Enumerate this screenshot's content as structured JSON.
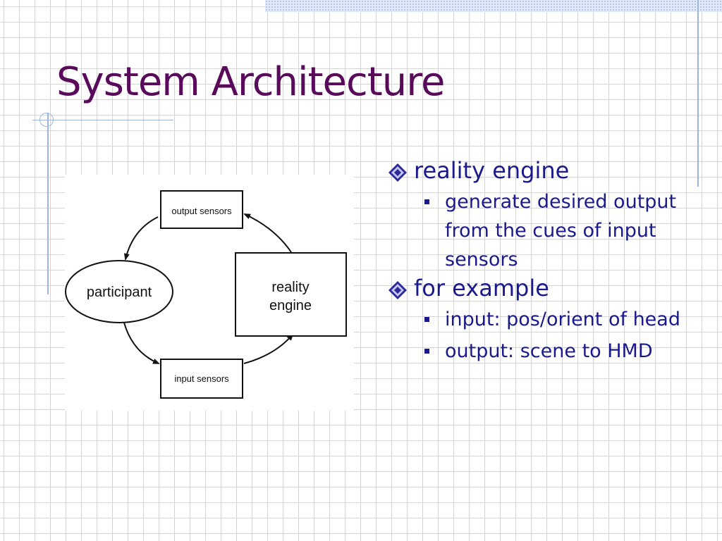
{
  "slide": {
    "title": "System Architecture"
  },
  "diagram": {
    "nodes": {
      "output_sensors": "output sensors",
      "participant": "participant",
      "reality_engine_line1": "reality",
      "reality_engine_line2": "engine",
      "input_sensors": "input sensors"
    }
  },
  "bullets": [
    {
      "text": "reality engine",
      "sub": [
        {
          "text": "generate desired output from the cues of input sensors"
        }
      ]
    },
    {
      "text": "for example",
      "sub": [
        {
          "text": "input: pos/orient of head"
        },
        {
          "text": "output: scene to HMD"
        }
      ]
    }
  ],
  "colors": {
    "title": "#5a0a5a",
    "body_text": "#1a1a8c",
    "grid": "#c9d6ec",
    "accent_line": "#9db5df"
  },
  "icons": {
    "level1_bullet": "diamond-bullet-icon",
    "level2_bullet": "square-bullet-icon"
  }
}
